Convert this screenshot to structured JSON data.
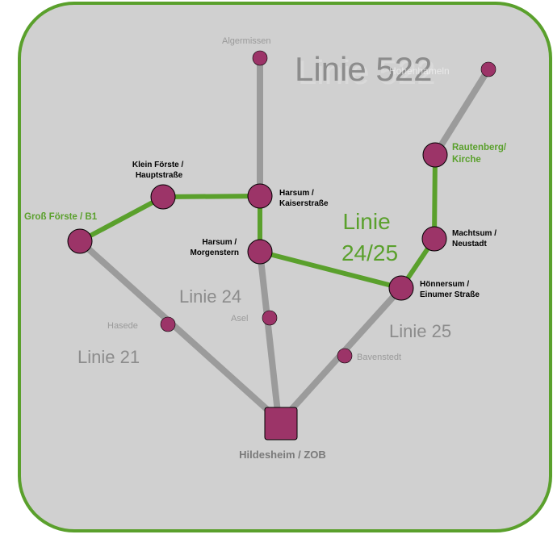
{
  "colors": {
    "background": "#d0d0d0",
    "border": "#5aa02c",
    "route_gray": "#9b9b9b",
    "route_green": "#5aa02c",
    "stop_fill": "#9c3468",
    "stop_stroke": "#000000",
    "green_label": "#5aa02c",
    "gray_label": "#8c8c8c"
  },
  "hub": {
    "label": "Hildesheim / ZOB"
  },
  "stops": {
    "algermissen": {
      "label": "Algermissen"
    },
    "hohenhameln": {
      "label": "Hohenhameln"
    },
    "rautenberg": {
      "line1": "Rautenberg/",
      "line2": "Kirche"
    },
    "klein_forste": {
      "line1": "Klein Förste /",
      "line2": "Hauptstraße"
    },
    "harsum_kaiser": {
      "line1": "Harsum /",
      "line2": "Kaiserstraße"
    },
    "gross_forste": {
      "label": "Groß Förste / B1"
    },
    "machtsum": {
      "line1": "Machtsum /",
      "line2": "Neustadt"
    },
    "harsum_morgen": {
      "line1": "Harsum /",
      "line2": "Morgenstern"
    },
    "honnersum": {
      "line1": "Hönnersum /",
      "line2": "Einumer Straße"
    },
    "asel": {
      "label": "Asel"
    },
    "hasede": {
      "label": "Hasede"
    },
    "bavenstedt": {
      "label": "Bavenstedt"
    }
  },
  "lines": {
    "l522": "Linie 522",
    "l2425_a": "Linie",
    "l2425_b": "24/25",
    "l24": "Linie 24",
    "l25": "Linie 25",
    "l21": "Linie 21"
  }
}
